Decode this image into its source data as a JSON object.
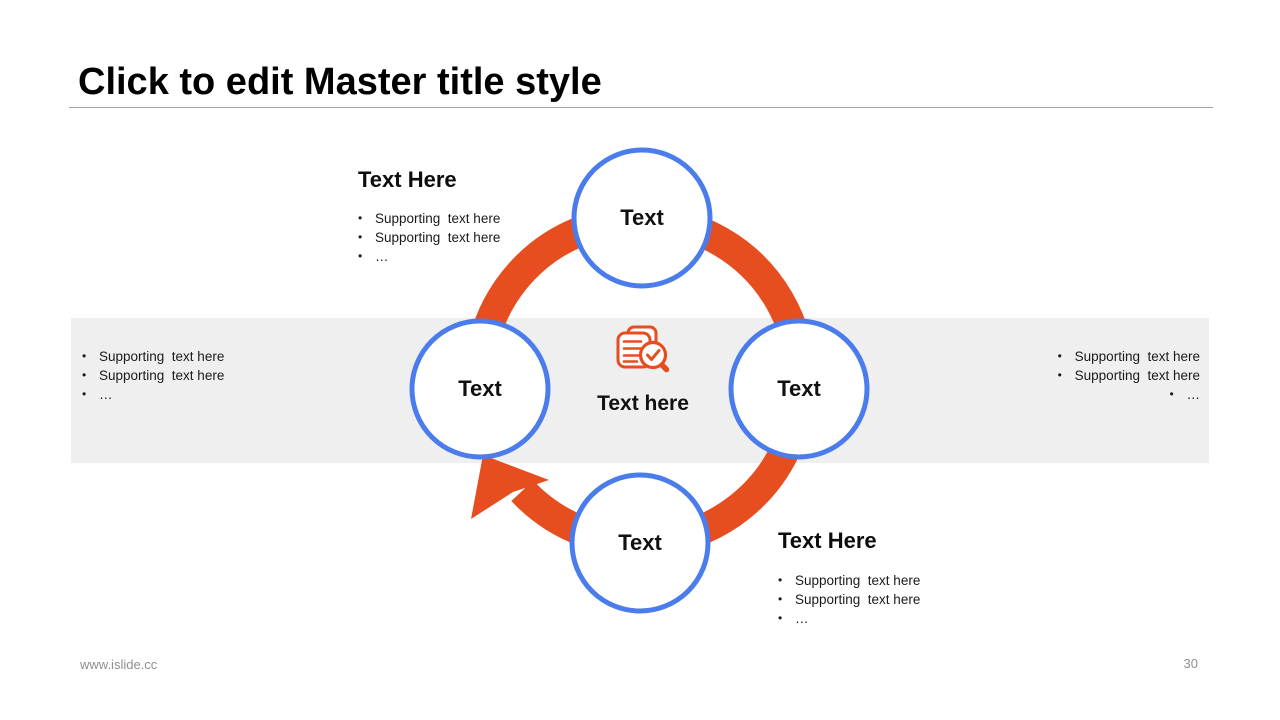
{
  "title": "Click to edit Master title style",
  "bullet_char": "•",
  "footer": {
    "site": "www.islide.cc",
    "page": "30"
  },
  "diagram": {
    "type": "cycle",
    "direction": "clockwise",
    "center": {
      "icon": "document-search-check-icon",
      "label": "Text here"
    },
    "nodes": [
      {
        "position": "top",
        "label": "Text"
      },
      {
        "position": "right",
        "label": "Text"
      },
      {
        "position": "bottom",
        "label": "Text"
      },
      {
        "position": "left",
        "label": "Text"
      }
    ],
    "colors": {
      "arrow_ring": "#e64e20",
      "node_border": "#4b7cec",
      "node_fill": "#ffffff",
      "band": "#efefef"
    }
  },
  "blocks": {
    "top_left": {
      "heading": "Text Here",
      "bullets": [
        "Supporting  text here",
        "Supporting  text here",
        "…"
      ]
    },
    "mid_left": {
      "bullets": [
        "Supporting  text here",
        "Supporting  text here",
        "…"
      ]
    },
    "mid_right": {
      "bullets": [
        "Supporting  text here",
        "Supporting  text here",
        "…"
      ]
    },
    "bottom_right": {
      "heading": "Text Here",
      "bullets": [
        "Supporting  text here",
        "Supporting  text here",
        "…"
      ]
    }
  }
}
